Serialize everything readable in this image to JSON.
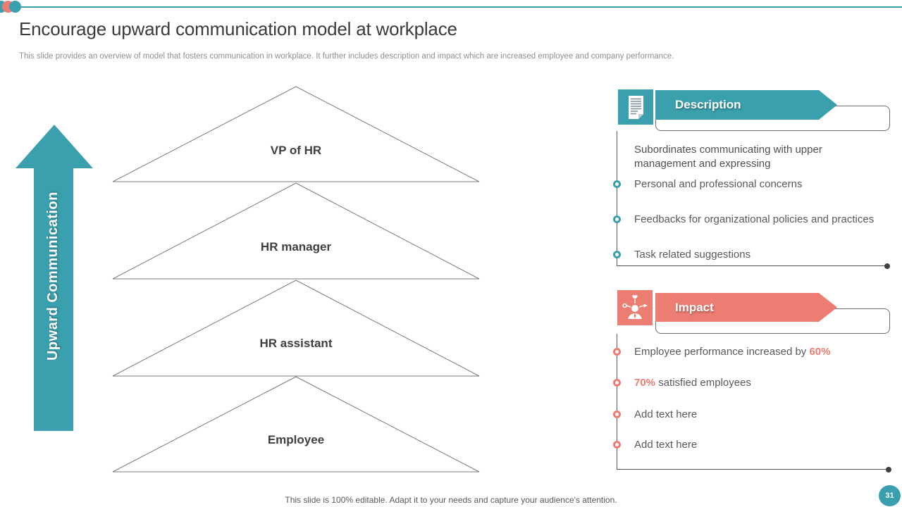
{
  "slide": {
    "title": "Encourage upward communication model at workplace",
    "subtitle": "This slide provides an overview of model that fosters communication in workplace. It further includes description and impact which are increased employee and company performance.",
    "footer": "This slide is 100% editable. Adapt it to your needs and capture your audience's attention.",
    "page_number": "31"
  },
  "colors": {
    "teal": "#3BA0AD",
    "salmon": "#ED7D72",
    "text_gray": "#595959",
    "title_gray": "#3b3b3b"
  },
  "arrow": {
    "label": "Upward Communication"
  },
  "pyramid": {
    "levels": [
      {
        "label": "VP of HR"
      },
      {
        "label": "HR manager"
      },
      {
        "label": "HR assistant"
      },
      {
        "label": "Employee"
      }
    ]
  },
  "description": {
    "title": "Description",
    "icon": "document-icon",
    "intro": "Subordinates communicating with upper management and expressing",
    "items": [
      {
        "text": "Personal and professional concerns"
      },
      {
        "text": "Feedbacks for organizational policies and practices"
      },
      {
        "text": "Task related suggestions"
      }
    ]
  },
  "impact": {
    "title": "Impact",
    "icon": "person-network-icon",
    "items": [
      {
        "prefix": "Employee performance increased by ",
        "highlight": "60%",
        "suffix": ""
      },
      {
        "prefix": "",
        "highlight": "70%",
        "suffix": " satisfied employees"
      },
      {
        "text": "Add text here"
      },
      {
        "text": "Add text here"
      }
    ]
  }
}
